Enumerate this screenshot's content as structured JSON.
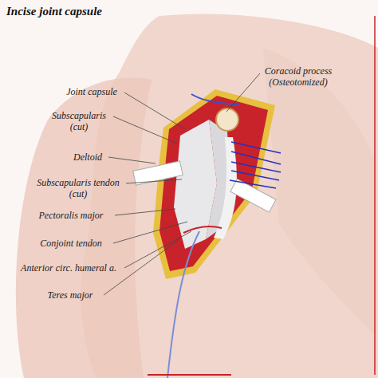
{
  "diagram": {
    "title": "Incise joint capsule",
    "labels": [
      "Coracoid process (Osteotomized)",
      "Joint capsule",
      "Subscapularis (cut)",
      "Deltoid",
      "Subscapularis tendon (cut)",
      "Pectoralis major",
      "Conjoint tendon",
      "Anterior circ. humeral a.",
      "Teres major"
    ]
  }
}
